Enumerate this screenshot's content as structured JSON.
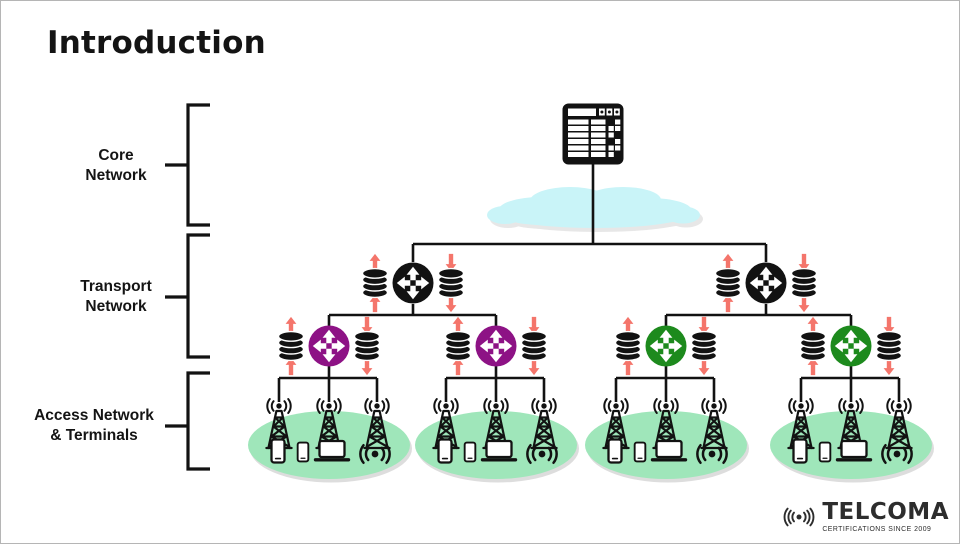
{
  "title": "Introduction",
  "layers": [
    {
      "id": "core",
      "label": "Core\nNetwork"
    },
    {
      "id": "transport",
      "label": "Transport\nNetwork"
    },
    {
      "id": "access",
      "label": "Access Network\n& Terminals"
    }
  ],
  "diagram": {
    "core_node_icon": "mainframe-switch-icon",
    "backbone": "cloud",
    "transport": {
      "tier1_routers": {
        "count": 2,
        "color": "black"
      },
      "tier2_routers": [
        {
          "color": "purple"
        },
        {
          "color": "purple"
        },
        {
          "color": "green"
        },
        {
          "color": "green"
        }
      ],
      "router_icon": "four-way-arrows-router-icon",
      "storage_icon": "disk-stack-icon",
      "traffic_arrows": {
        "left_of_router": "up",
        "right_of_router": "down"
      }
    },
    "access": {
      "cells": 4,
      "towers_per_cell": 3,
      "cell_devices": [
        "smartphone",
        "smartphone-small",
        "laptop",
        "wireless-signal"
      ]
    }
  },
  "theme": {
    "ink": "#121212",
    "purple": "#8d1285",
    "green": "#1d8a1d",
    "mint": "#9fe6ba",
    "cloud": "#c9f4f8",
    "red": "#f4756b"
  },
  "logo": {
    "icon": "radio-waves-icon",
    "name": "TELCOMA",
    "tagline": "CERTIFICATIONS SINCE 2009"
  }
}
